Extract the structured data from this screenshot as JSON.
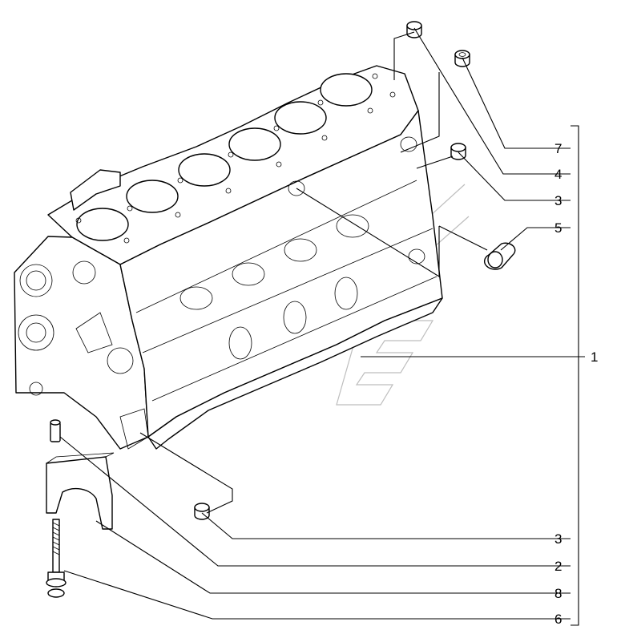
{
  "diagram": {
    "callouts": [
      {
        "id": "c7",
        "label": "7"
      },
      {
        "id": "c4",
        "label": "4"
      },
      {
        "id": "c3a",
        "label": "3"
      },
      {
        "id": "c5",
        "label": "5"
      },
      {
        "id": "c1",
        "label": "1"
      },
      {
        "id": "c3b",
        "label": "3"
      },
      {
        "id": "c2",
        "label": "2"
      },
      {
        "id": "c8",
        "label": "8"
      },
      {
        "id": "c6",
        "label": "6"
      }
    ]
  }
}
